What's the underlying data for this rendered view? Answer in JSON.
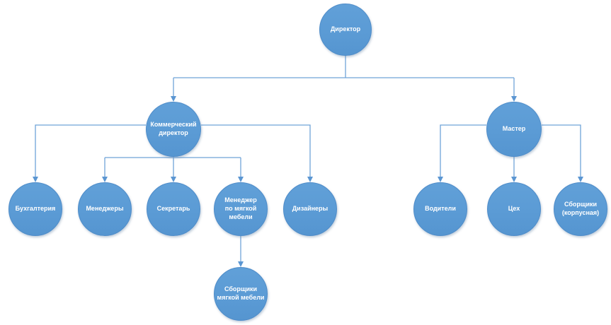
{
  "diagram": {
    "kind": "org-chart",
    "language": "ru"
  },
  "colors": {
    "node_fill": "#5b9bd5",
    "node_border": "#4e8cc9",
    "connector": "#6fa3d8",
    "arrowhead": "#5b96d2",
    "label_text": "#ffffff",
    "background": "#ffffff"
  },
  "nodes": {
    "director": {
      "label": "Директор"
    },
    "commercial_director": {
      "label": "Коммерческий директор"
    },
    "master": {
      "label": "Мастер"
    },
    "accounting": {
      "label": "Бухгалтерия"
    },
    "managers": {
      "label": "Менеджеры"
    },
    "secretary": {
      "label": "Секретарь"
    },
    "soft_furniture_manager": {
      "label": "Менеджер по мягкой мебели"
    },
    "designers": {
      "label": "Дизайнеры"
    },
    "drivers": {
      "label": "Водители"
    },
    "workshop": {
      "label": "Цех"
    },
    "cabinet_assemblers": {
      "label": "Сборщики (корпусная)"
    },
    "soft_furniture_assemblers": {
      "label": "Сборщики мягкой мебели"
    }
  },
  "edges": [
    {
      "from": "Директор",
      "to": "Коммерческий директор"
    },
    {
      "from": "Директор",
      "to": "Мастер"
    },
    {
      "from": "Коммерческий директор",
      "to": "Бухгалтерия"
    },
    {
      "from": "Коммерческий директор",
      "to": "Менеджеры"
    },
    {
      "from": "Коммерческий директор",
      "to": "Секретарь"
    },
    {
      "from": "Коммерческий директор",
      "to": "Менеджер по мягкой мебели"
    },
    {
      "from": "Коммерческий директор",
      "to": "Дизайнеры"
    },
    {
      "from": "Мастер",
      "to": "Водители"
    },
    {
      "from": "Мастер",
      "to": "Цех"
    },
    {
      "from": "Мастер",
      "to": "Сборщики (корпусная)"
    },
    {
      "from": "Менеджер по мягкой мебели",
      "to": "Сборщики мягкой мебели"
    }
  ]
}
